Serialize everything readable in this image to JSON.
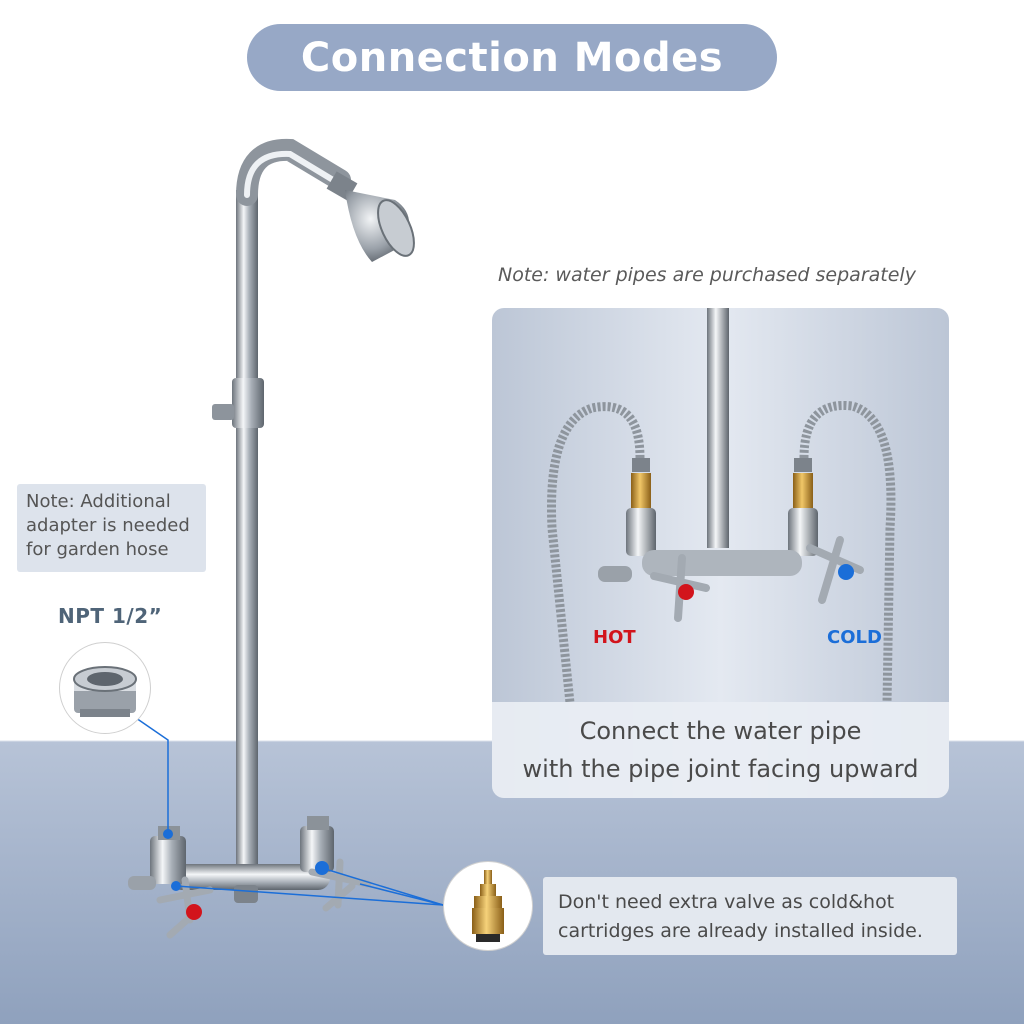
{
  "title": "Connection Modes",
  "note_top": "Note: water pipes are purchased separately",
  "note_left": [
    "Note: Additional",
    "adapter is needed",
    "for garden hose"
  ],
  "npt_label": "NPT 1/2”",
  "panel": {
    "hot_label": "HOT",
    "cold_label": "COLD",
    "caption": [
      "Connect the water pipe",
      "with the pipe joint facing upward"
    ]
  },
  "cartridge_note": [
    "Don't need extra valve as cold&hot",
    "cartridges are already installed inside."
  ],
  "colors": {
    "title_bg": "#97a8c6",
    "hot": "#d2141c",
    "cold": "#1b6ed8",
    "brass": "#c9962f",
    "chrome": "#b8bec6"
  },
  "icons": [
    "shower-head-icon",
    "hot-handle-icon",
    "cold-handle-icon",
    "brass-cartridge-icon",
    "adapter-fitting-icon"
  ]
}
